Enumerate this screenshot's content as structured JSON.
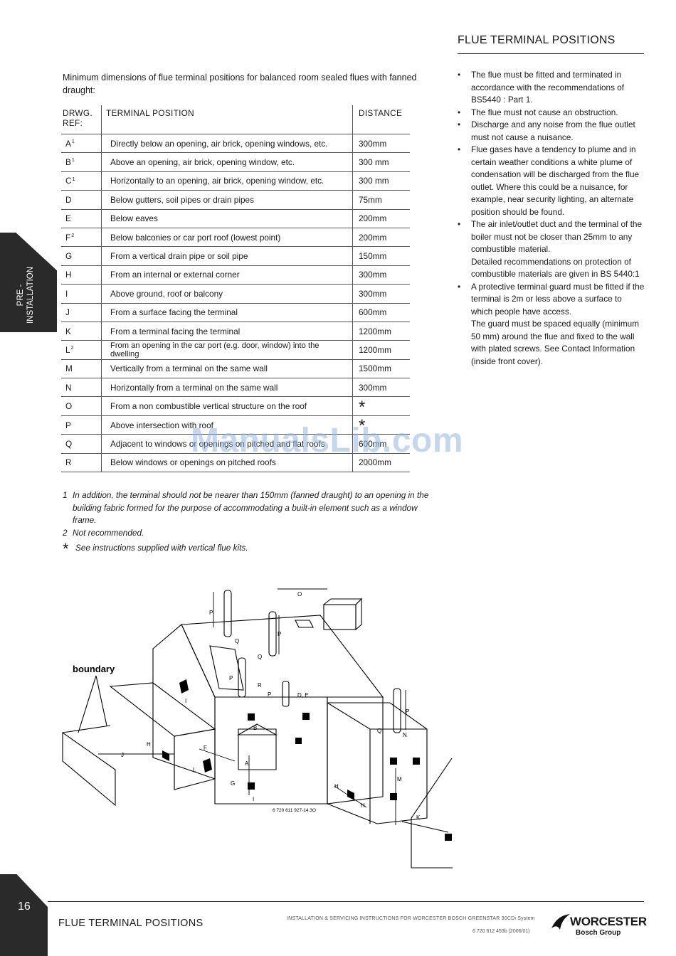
{
  "section_title": "FLUE TERMINAL POSITIONS",
  "side_tab": [
    "PRE -",
    "INSTALLATION"
  ],
  "table_heading": "Minimum dimensions of flue terminal positions for balanced room sealed flues with fanned draught:",
  "table": {
    "headers": {
      "ref": "DRWG. REF:",
      "position": "TERMINAL POSITION",
      "distance": "DISTANCE"
    },
    "rows": [
      {
        "ref": "A",
        "sup": "1",
        "position": "Directly below an opening, air brick, opening windows, etc.",
        "distance": "300mm"
      },
      {
        "ref": "B",
        "sup": "1",
        "position": "Above an opening, air brick, opening window, etc.",
        "distance": "300 mm"
      },
      {
        "ref": "C",
        "sup": "1",
        "position": "Horizontally to an opening, air brick, opening window, etc.",
        "distance": "300 mm"
      },
      {
        "ref": "D",
        "sup": "",
        "position": "Below gutters, soil pipes or drain pipes",
        "distance": "75mm"
      },
      {
        "ref": "E",
        "sup": "",
        "position": "Below eaves",
        "distance": "200mm"
      },
      {
        "ref": "F",
        "sup": "2",
        "position": "Below balconies or car port roof (lowest point)",
        "distance": "200mm"
      },
      {
        "ref": "G",
        "sup": "",
        "position": "From a vertical drain pipe or soil pipe",
        "distance": "150mm"
      },
      {
        "ref": "H",
        "sup": "",
        "position": "From an internal or external corner",
        "distance": "300mm"
      },
      {
        "ref": "I",
        "sup": "",
        "position": "Above ground, roof or balcony",
        "distance": "300mm"
      },
      {
        "ref": "J",
        "sup": "",
        "position": "From a surface facing the terminal",
        "distance": "600mm"
      },
      {
        "ref": "K",
        "sup": "",
        "position": "From a terminal facing the terminal",
        "distance": "1200mm"
      },
      {
        "ref": "L",
        "sup": "2",
        "position": "From an opening in the car port (e.g. door, window) into the dwelling",
        "distance": "1200mm"
      },
      {
        "ref": "M",
        "sup": "",
        "position": "Vertically from a terminal on the same wall",
        "distance": "1500mm"
      },
      {
        "ref": "N",
        "sup": "",
        "position": "Horizontally from a terminal on the same wall",
        "distance": "300mm"
      },
      {
        "ref": "O",
        "sup": "",
        "position": "From a non combustible vertical structure on the roof",
        "distance": "*"
      },
      {
        "ref": "P",
        "sup": "",
        "position": "Above intersection with roof",
        "distance": "*"
      },
      {
        "ref": "Q",
        "sup": "",
        "position": "Adjacent to windows or openings on pitched and flat roofs",
        "distance": "600mm"
      },
      {
        "ref": "R",
        "sup": "",
        "position": "Below windows or openings on pitched roofs",
        "distance": "2000mm"
      }
    ]
  },
  "footnotes": [
    {
      "mark": "1",
      "text": "In addition, the terminal should not be nearer than 150mm (fanned draught) to an opening in the building fabric formed for the purpose of accommodating a built-in element such as a window frame."
    },
    {
      "mark": "2",
      "text": "Not recommended."
    },
    {
      "mark": "*",
      "text": "See instructions supplied with vertical flue kits."
    }
  ],
  "bullets": [
    {
      "text": "The flue must be fitted and terminated in accordance with the recommendations of BS5440 : Part 1.",
      "note": ""
    },
    {
      "text": "The flue must not cause an obstruction.",
      "note": ""
    },
    {
      "text": "Discharge and any noise from the flue outlet must not cause a nuisance.",
      "note": ""
    },
    {
      "text": "Flue gases have a tendency to plume and in certain weather conditions a white plume of condensation will be discharged from the flue outlet. Where this could be a nuisance, for example, near security lighting, an alternate position should be found.",
      "note": ""
    },
    {
      "text": "The air inlet/outlet duct and the terminal of the boiler must not be closer than 25mm to any combustible material.",
      "note": "Detailed recommendations on protection of combustible materials are given in BS 5440:1"
    },
    {
      "text": "A protective terminal guard must be fitted if the terminal is 2m or less above a surface to which people have access.",
      "note": "The guard must be spaced equally (minimum 50 mm) around the flue and fixed to the wall with plated screws. See Contact Information (inside front cover)."
    }
  ],
  "diagram": {
    "boundary_label": "boundary",
    "figure_code": "6 720 611 927-14.3O",
    "labels": [
      "O",
      "P",
      "Q",
      "P",
      "Q",
      "P",
      "R",
      "P",
      "D, E",
      "B",
      "A",
      "G",
      "I",
      "I",
      "H",
      "F",
      "L",
      "J",
      "P",
      "Q",
      "N",
      "M",
      "H",
      "H",
      "K"
    ]
  },
  "watermark": "ManualsLib.com",
  "footer": {
    "page_number": "16",
    "title": "FLUE TERMINAL POSITIONS",
    "doc_title": "INSTALLATION & SERVICING INSTRUCTIONS FOR WORCESTER BOSCH GREENSTAR 30CDi System",
    "doc_code": "6 720 612 453b (2006/01)",
    "logo_word": "WORCESTER",
    "logo_sub": "Bosch Group"
  }
}
